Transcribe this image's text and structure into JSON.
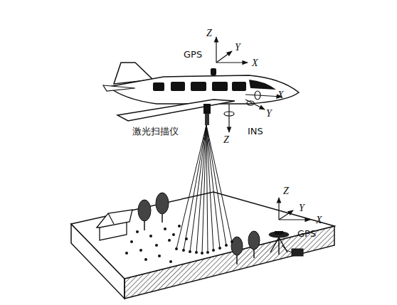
{
  "diagram": {
    "labels": [
      "Z",
      "Y",
      "X",
      "GPS",
      "X",
      "Y",
      "Z",
      "激光扫描仪",
      "INS",
      "Z",
      "Y",
      "X",
      "GPS"
    ]
  }
}
